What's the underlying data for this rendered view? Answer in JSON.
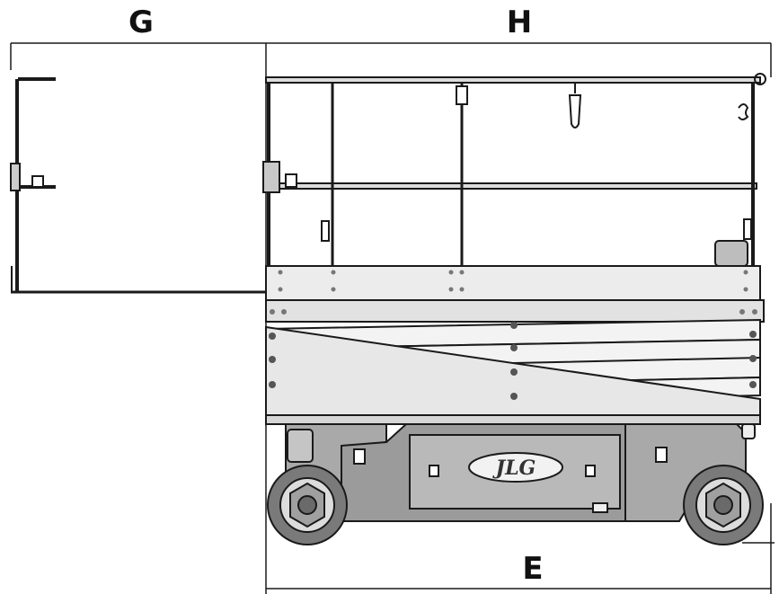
{
  "dimensions": {
    "g_label": "G",
    "h_label": "H",
    "e_label": "E"
  },
  "brand": {
    "logo_text": "JLG"
  },
  "colors": {
    "line": "#1a1a1a",
    "panel_light": "#e9e9e9",
    "chassis_dark": "#9b9b9b",
    "chassis_mid": "#b8b8b8",
    "tire": "#7a7a7a"
  }
}
